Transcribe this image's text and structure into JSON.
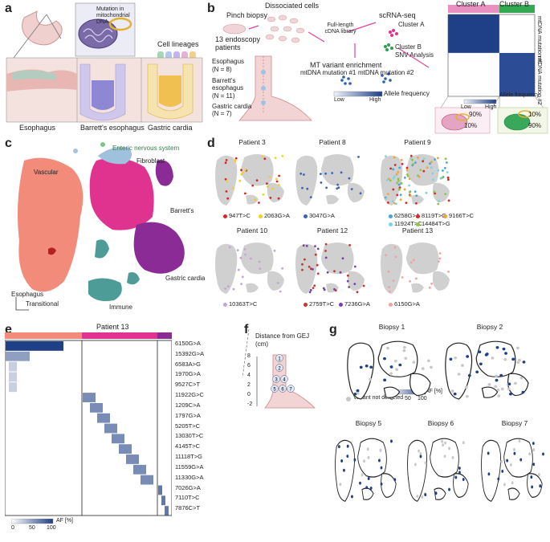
{
  "panel_labels": [
    "a",
    "b",
    "c",
    "d",
    "e",
    "f",
    "g"
  ],
  "panel_a": {
    "callout": "Mutation in mitochondrial DNA",
    "lineages_label": "Cell lineages",
    "tissues": [
      "Esophagus",
      "Barrett's esophagus",
      "Gastric cardia"
    ]
  },
  "panel_b": {
    "pinch": "Pinch biopsy",
    "dissociated": "Dissociated cells",
    "patients": "13 endoscopy patients",
    "groups": [
      "Esophagus",
      "(N = 8)",
      "Barrett's esophagus",
      "(N = 11)",
      "Gastric cardia",
      "(N = 7)"
    ],
    "fulllength": "Full-length cDNA library",
    "scrna": "scRNA-seq",
    "clusterA_mid": "Cluster A",
    "clusterB_mid": "Cluster B",
    "snv": "SNV Analysis",
    "mt_enrich": "MT variant enrichment",
    "mut1": "mtDNA mutation #1",
    "mut2": "mtDNA mutation #2",
    "allele_freq": "Allele frequency",
    "low": "Low",
    "high": "High",
    "clusterA": "Cluster A",
    "clusterB": "Cluster B",
    "hm_mut1": "mtDNA mutation #1",
    "hm_mut2": "mtDNA mutation #2",
    "hm_af": "Allele frequency",
    "hm_low": "Low",
    "hm_high": "High",
    "pctA": [
      "90%",
      "10%"
    ],
    "pctB": [
      "10%",
      "90%"
    ]
  },
  "panel_c": {
    "labels": [
      "Enteric nervous system",
      "Vascular",
      "Fibroblast",
      "Barrett's",
      "Gastric cardia",
      "Esophagus",
      "Transitional",
      "Immune"
    ],
    "colors": {
      "esophagus": "#f28b7a",
      "barretts": "#e0338f",
      "gastric": "#8b2c96",
      "immune": "#4e9c97",
      "fibro": "#9fc1dd",
      "vascular": "#a6c2de",
      "ens": "#7cc68c",
      "transitional": "#b22222"
    }
  },
  "panel_d": {
    "patients": [
      {
        "title": "Patient 3",
        "variants": [
          {
            "label": "947T>C",
            "color": "#d62728"
          },
          {
            "label": "2063G>A",
            "color": "#f2d024"
          }
        ]
      },
      {
        "title": "Patient 8",
        "variants": [
          {
            "label": "3047G>A",
            "color": "#3a62b8"
          }
        ]
      },
      {
        "title": "Patient 9",
        "variants": [
          {
            "label": "6258G>A",
            "color": "#4aa3df"
          },
          {
            "label": "8119T>C",
            "color": "#d62728"
          },
          {
            "label": "9166T>C",
            "color": "#f2a23c"
          },
          {
            "label": "11924T>C",
            "color": "#7ad3e8"
          },
          {
            "label": "14484T>G",
            "color": "#8dc63f"
          }
        ]
      },
      {
        "title": "Patient 10",
        "variants": [
          {
            "label": "10363T>C",
            "color": "#c3a3d9"
          }
        ]
      },
      {
        "title": "Patient 12",
        "variants": [
          {
            "label": "2759T>C",
            "color": "#c0392b"
          },
          {
            "label": "7236G>A",
            "color": "#7a3fa3"
          }
        ]
      },
      {
        "title": "Patient 13",
        "variants": [
          {
            "label": "6150G>A",
            "color": "#f4a0a0"
          }
        ]
      }
    ]
  },
  "panel_e": {
    "title": "Patient 13",
    "mutations": [
      "6150G>A",
      "15392G>A",
      "6583A>G",
      "1970G>A",
      "9527C>T",
      "11922G>C",
      "1209C>A",
      "1797G>A",
      "5205T>C",
      "13030T>C",
      "4145T>C",
      "11118T>G",
      "11559G>A",
      "11330G>A",
      "7026G>A",
      "7110T>C",
      "7876C>T"
    ],
    "scale_label": "AF [%]",
    "scale_ticks": [
      "0",
      "50",
      "100"
    ]
  },
  "panel_f": {
    "title": "Distance from GEJ (cm)",
    "ticks": [
      "8",
      "6",
      "4",
      "2",
      "0",
      "-2"
    ],
    "biopsies": [
      "1",
      "2",
      "3",
      "4",
      "5",
      "6",
      "7"
    ]
  },
  "panel_g": {
    "biopsies": [
      "Biopsy 1",
      "Biopsy 2",
      "Biopsy 5",
      "Biopsy 6",
      "Biopsy 7"
    ],
    "legend_nd": "Variant not detected",
    "scale_label": "AF [%]",
    "scale_ticks": [
      "0",
      "50",
      "100"
    ]
  }
}
